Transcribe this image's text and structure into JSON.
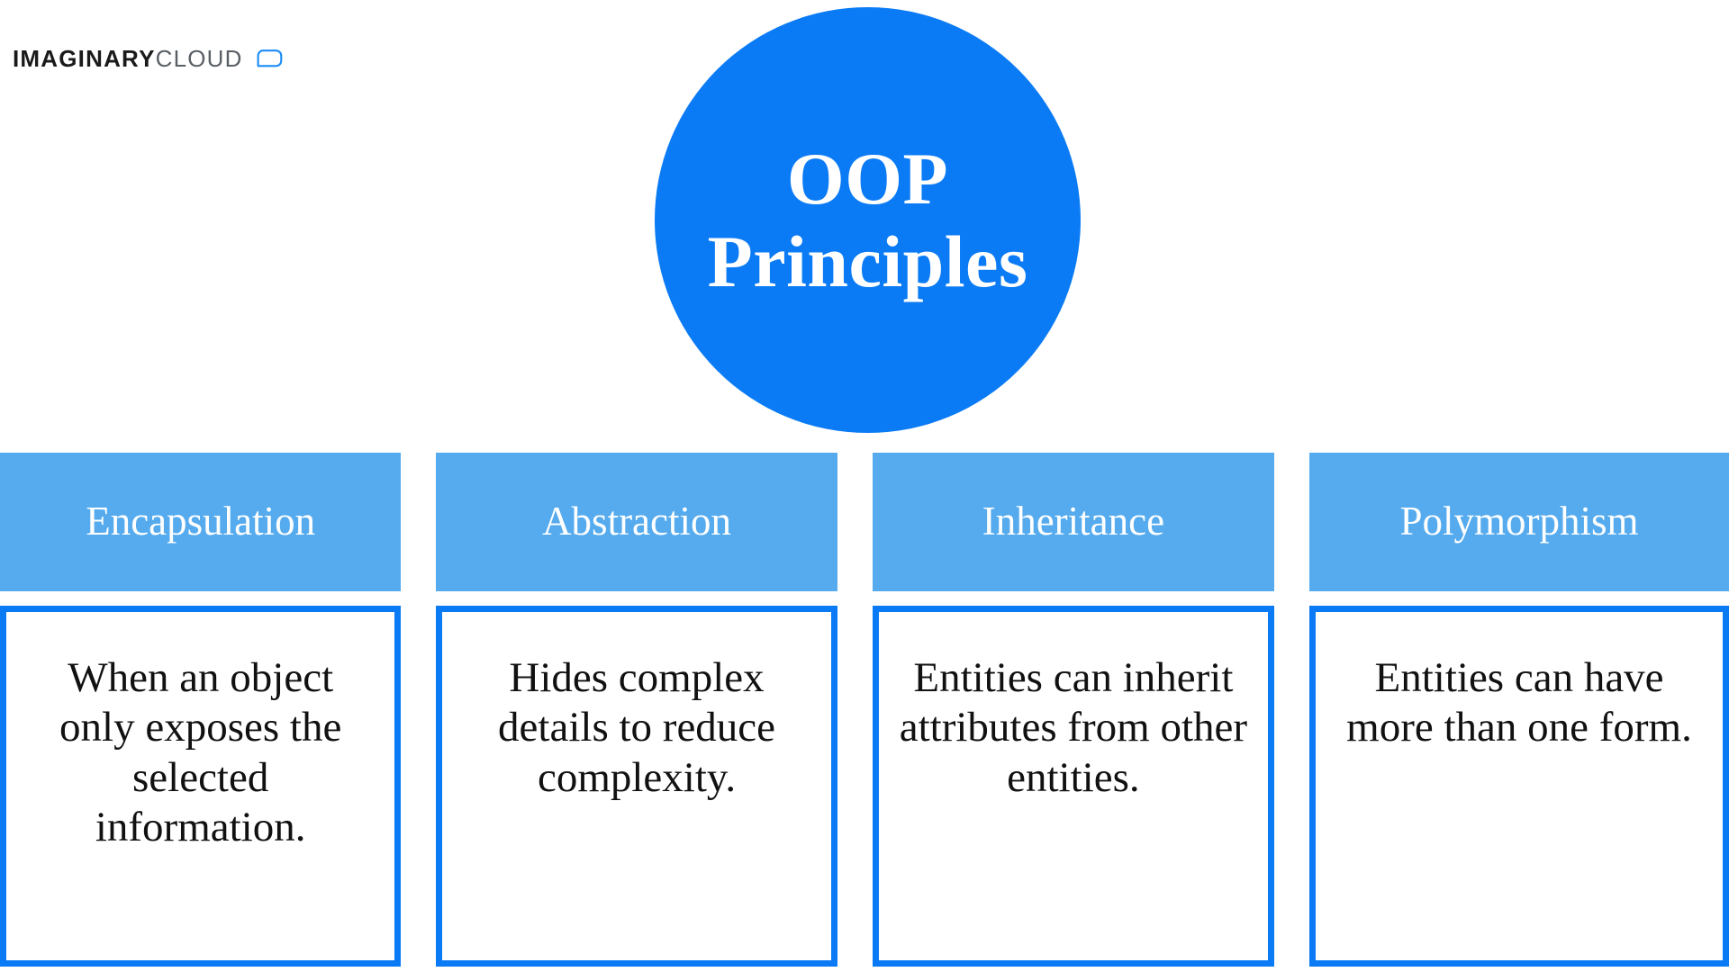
{
  "brand": {
    "name_bold": "IMAGINARY",
    "name_light": "CLOUD",
    "mark_icon": "speech-bubble-icon",
    "mark_color": "#1B8CF8",
    "bold_color": "#1a1a1a",
    "light_color": "#5a5f66"
  },
  "hero": {
    "title_line1": "OOP",
    "title_line2": "Principles",
    "circle_color": "#0B7BF5",
    "text_color": "#FFFFFF"
  },
  "palette": {
    "header_blue": "#55ABEE",
    "border_blue": "#0B7BF5",
    "body_text": "#111111",
    "page_background": "#FFFFFF"
  },
  "chart_data": {
    "type": "diagram",
    "title": "OOP Principles",
    "layout": "one central node with four child cards in a row",
    "categories": [
      "Encapsulation",
      "Abstraction",
      "Inheritance",
      "Polymorphism"
    ],
    "values": [
      "When an object only exposes the selected information.",
      "Hides complex details to reduce complexity.",
      "Entities can inherit attributes from other entities.",
      "Entities can have more than one form."
    ]
  },
  "cards": [
    {
      "title": "Encapsulation",
      "description": "When an object only exposes the selected information."
    },
    {
      "title": "Abstraction",
      "description": "Hides complex details to reduce complexity."
    },
    {
      "title": "Inheritance",
      "description": "Entities can inherit attributes from other entities."
    },
    {
      "title": "Polymorphism",
      "description": "Entities can have more than one form."
    }
  ]
}
